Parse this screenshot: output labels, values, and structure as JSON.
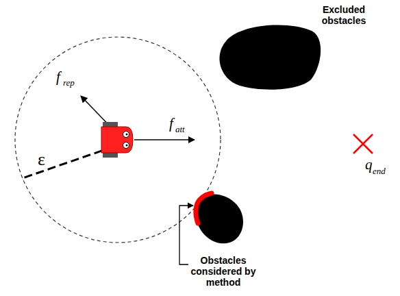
{
  "diagram": {
    "labels": [
      "Excluded obstacles",
      "f",
      "rep",
      "f",
      "att",
      "ε",
      "q",
      "end",
      "Obstacles considered by method"
    ]
  }
}
